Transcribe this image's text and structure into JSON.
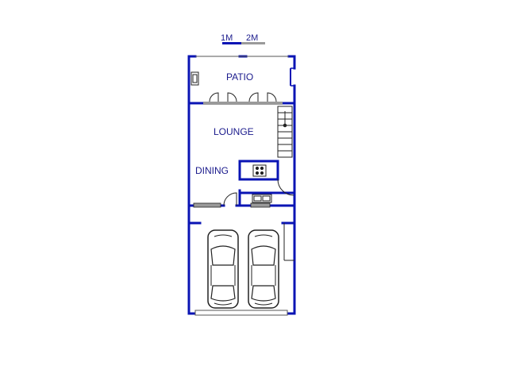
{
  "scale_bar": {
    "label_1": "1M",
    "label_2": "2M"
  },
  "rooms": {
    "patio": "PATIO",
    "lounge": "LOUNGE",
    "dining": "DINING"
  },
  "colors": {
    "wall": "#0a14b4",
    "label": "#1a1a8c",
    "line": "#222222",
    "fixture_grey": "#9a9a9a"
  },
  "icons": [
    "fireplace-icon",
    "staircase-icon",
    "stove-icon",
    "sink-icon",
    "car-icon",
    "door-swing-icon",
    "window-icon"
  ]
}
